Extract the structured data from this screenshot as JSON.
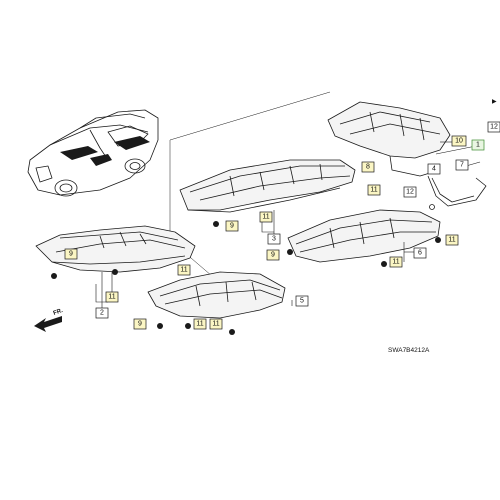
{
  "diagram": {
    "code": "SWA7B4212A",
    "front_label": "FR.",
    "callouts": {
      "c1": "1",
      "c2": "2",
      "c3": "3",
      "c4": "4",
      "c5": "5",
      "c6": "6",
      "c7": "7",
      "c8": "8",
      "c9a": "9",
      "c9b": "9",
      "c9c": "9",
      "c9d": "9",
      "c10": "10",
      "c11a": "11",
      "c11b": "11",
      "c11c": "11",
      "c11d": "11",
      "c11e": "11",
      "c11f": "11",
      "c11g": "11",
      "c11h": "11",
      "c12a": "12",
      "c12b": "12"
    },
    "corner_mark": "▶"
  }
}
